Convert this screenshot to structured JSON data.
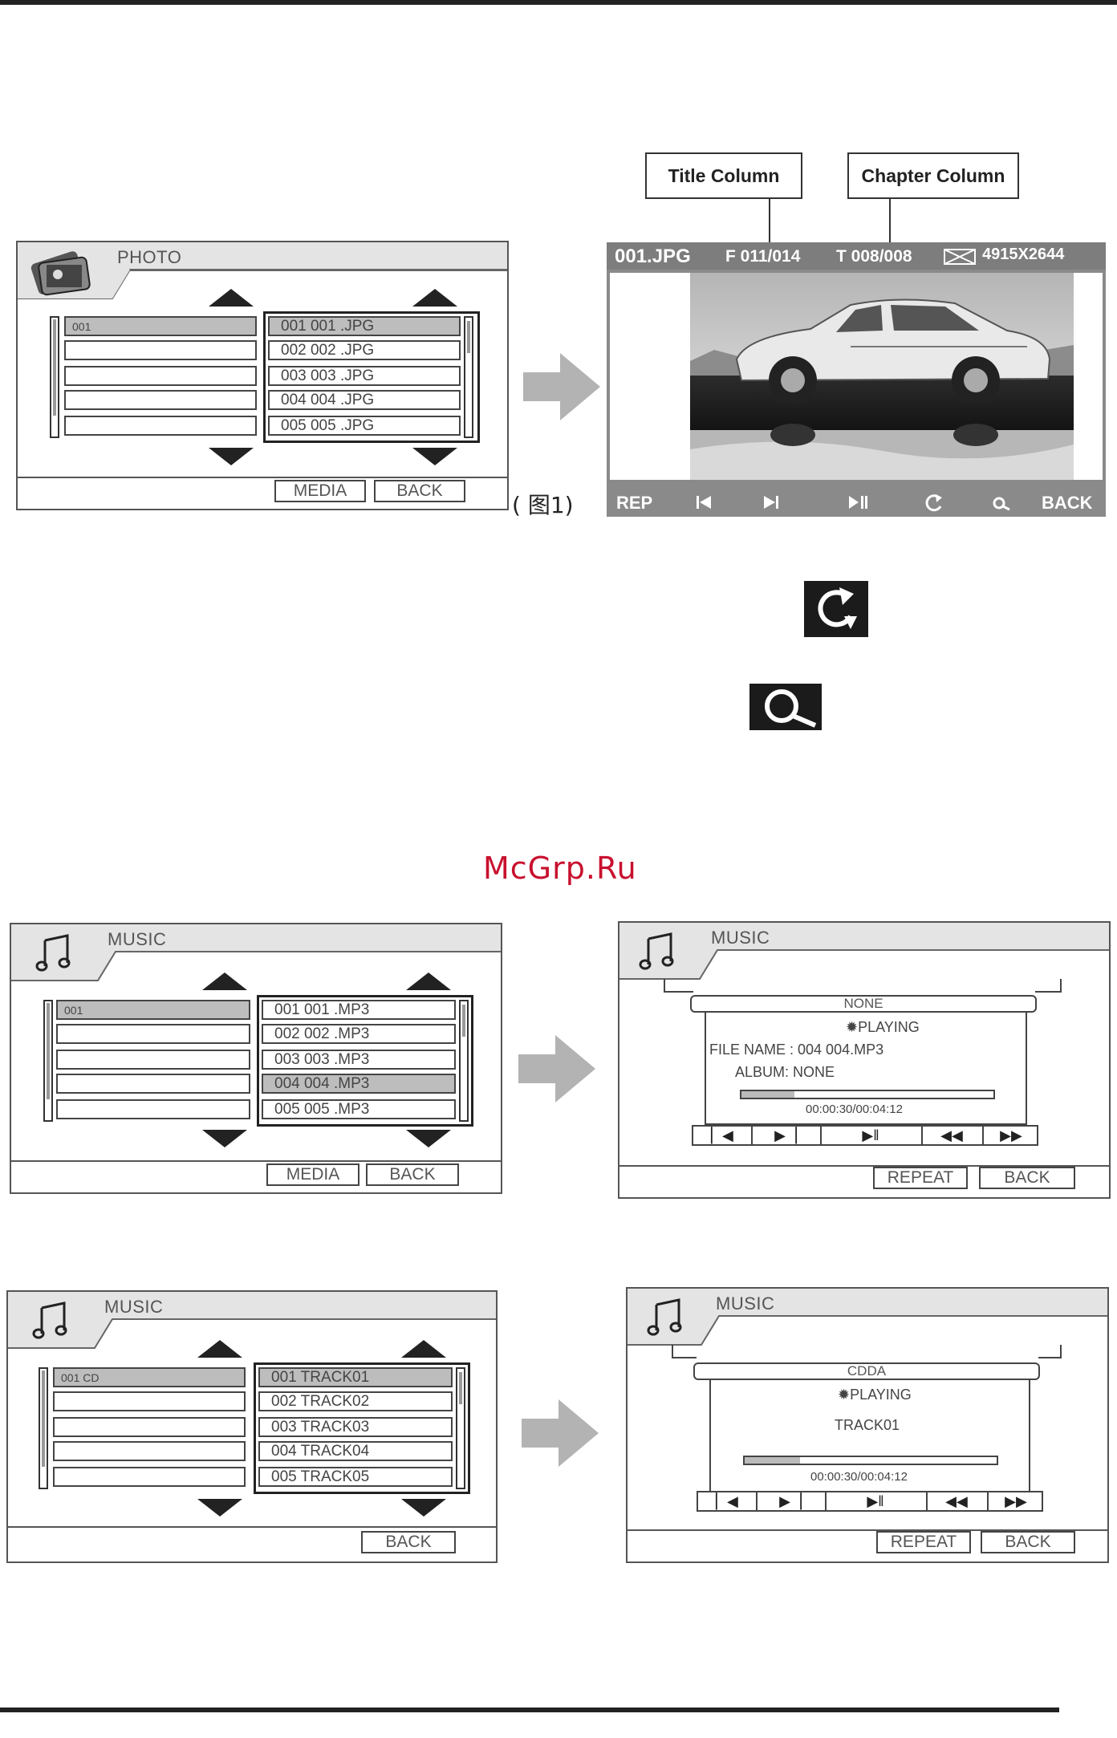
{
  "photo_browser": {
    "title": "PHOTO",
    "folder": "001",
    "files": [
      "001 001 .JPG",
      "002 002 .JPG",
      "003 003 .JPG",
      "004 004 .JPG",
      "005 005 .JPG"
    ],
    "btn_media": "MEDIA",
    "btn_back": "BACK",
    "figure_label": "( 图1)"
  },
  "callouts": {
    "title_column": "Title Column",
    "chapter_column": "Chapter Column"
  },
  "photo_viewer": {
    "filename": "001.JPG",
    "folder_index": "F 011/014",
    "track_index": "T 008/008",
    "resolution": "4915X2644",
    "controls": {
      "rep": "REP",
      "back": "BACK"
    }
  },
  "watermark": "McGrp.Ru",
  "music_browser_1": {
    "title": "MUSIC",
    "folder": "001",
    "files": [
      "001 001 .MP3",
      "002 002 .MP3",
      "003 003 .MP3",
      "004 004 .MP3",
      "005 005 .MP3"
    ],
    "btn_media": "MEDIA",
    "btn_back": "BACK"
  },
  "music_player_1": {
    "title": "MUSIC",
    "source": "NONE",
    "status": "PLAYING",
    "file_name": "FILE NAME : 004 004.MP3",
    "album": "ALBUM: NONE",
    "time": "00:00:30/00:04:12",
    "progress": 0.21,
    "btn_repeat": "REPEAT",
    "btn_back": "BACK"
  },
  "music_browser_2": {
    "title": "MUSIC",
    "folder": "001 CD",
    "files": [
      "001  TRACK01",
      "002  TRACK02",
      "003  TRACK03",
      "004  TRACK04",
      "005  TRACK05"
    ],
    "btn_back": "BACK"
  },
  "music_player_2": {
    "title": "MUSIC",
    "source": "CDDA",
    "status": "PLAYING",
    "track": "TRACK01",
    "time": "00:00:30/00:04:12",
    "progress": 0.22,
    "btn_repeat": "REPEAT",
    "btn_back": "BACK"
  },
  "icons": {
    "rotate": "rotate-icon",
    "zoom": "zoom-icon",
    "prev": "skip-previous-icon",
    "next": "skip-next-icon",
    "play_pause": "play-pause-icon",
    "rewind": "rewind-icon",
    "fast_forward": "fast-forward-icon",
    "music": "music-note-icon",
    "photo": "photo-icon"
  },
  "colors": {
    "panel_header": "#e4e4e4",
    "bar_gray": "#7d7d7d",
    "selected_row": "#bdbdbd",
    "watermark": "#c8102e"
  }
}
